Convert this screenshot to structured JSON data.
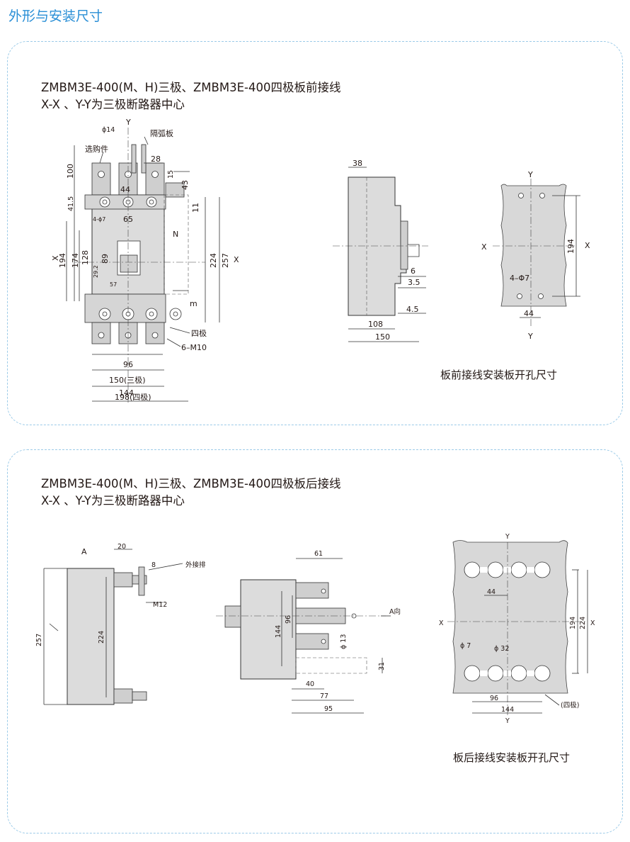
{
  "page_title": "外形与安装尺寸",
  "section1": {
    "heading_line1": "ZMBM3E-400(M、H)三极、ZMBM3E-400四极板前接线",
    "heading_line2": "X-X 、Y-Y为三极断路器中心",
    "caption": "板前接线安装板开孔尺寸",
    "front_labels": {
      "phi14": "ϕ14",
      "y_top": "Y",
      "arc_plate": "隔弧板",
      "optional": "选购件",
      "d100": "100",
      "d28": "28",
      "d15": "15",
      "d44": "44",
      "d43": "43",
      "d41_5": "41.5",
      "d11": "11",
      "d4phi7": "4-ϕ7",
      "d65": "65",
      "n": "N",
      "x_left": "X",
      "d194": "194",
      "d174": "174",
      "d128": "128",
      "d89": "89",
      "d29_2": "29.2",
      "d57": "57",
      "d224": "224",
      "d257": "257",
      "x_right": "X",
      "m": "m",
      "four_pole": "四极",
      "m10": "6–M10",
      "d96": "96",
      "d150_3p": "150(三极)",
      "d144": "144",
      "d198_4p": "198(四极)"
    },
    "side_labels": {
      "d38": "38",
      "d6": "6",
      "d3_5": "3.5",
      "d4_5": "4.5",
      "d108": "108",
      "d150": "150"
    },
    "cutout_labels": {
      "y_top": "Y",
      "x_left": "X",
      "d194": "194",
      "x_right": "X",
      "d4phi7": "4–Φ7",
      "d44": "44",
      "y_bottom": "Y"
    }
  },
  "section2": {
    "heading_line1": "ZMBM3E-400(M、H)三极、ZMBM3E-400四极板后接线",
    "heading_line2": "X-X 、Y-Y为三极断路器中心",
    "caption": "板后接线安装板开孔尺寸",
    "side_labels": {
      "a_arrow": "A",
      "d20": "20",
      "ext_bar": "外接排",
      "d8": "8",
      "m12": "M12",
      "d257": "257",
      "d224": "224"
    },
    "top_labels": {
      "d61": "61",
      "a_dir": "A向",
      "d144": "144",
      "d96": "96",
      "phi13": "ϕ 13",
      "d31": "31",
      "d40": "40",
      "d77": "77",
      "d95": "95"
    },
    "cutout_labels": {
      "y_top": "Y",
      "d44": "44",
      "x_left": "X",
      "d194": "194",
      "d224": "224",
      "x_right": "X",
      "phi7": "ϕ 7",
      "phi32": "ϕ 32",
      "d96": "96",
      "d144": "144",
      "y_bottom": "Y",
      "four_pole": "(四极)"
    }
  }
}
